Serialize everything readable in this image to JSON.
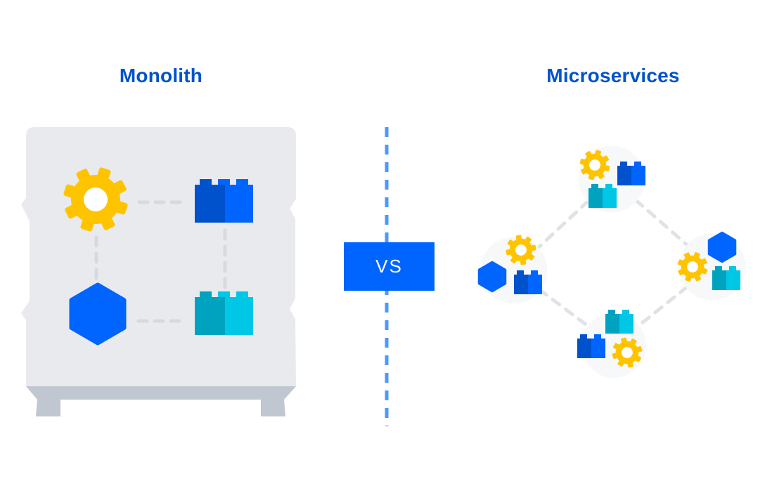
{
  "left_panel": {
    "title": "Monolith",
    "components": [
      "gear",
      "blue-brick",
      "hexagon",
      "cyan-brick"
    ]
  },
  "divider": {
    "badge": "VS"
  },
  "right_panel": {
    "title": "Microservices",
    "services": [
      {
        "position": "top",
        "components": [
          "gear",
          "blue-brick",
          "cyan-brick"
        ]
      },
      {
        "position": "right",
        "components": [
          "hexagon",
          "gear",
          "cyan-brick"
        ]
      },
      {
        "position": "bottom",
        "components": [
          "cyan-brick",
          "blue-brick",
          "gear"
        ]
      },
      {
        "position": "left",
        "components": [
          "gear",
          "hexagon",
          "blue-brick"
        ]
      }
    ]
  },
  "colors": {
    "canvas-bg": "#FFFFFF",
    "title-blue": "#0052CC",
    "badge-blue": "#0065FF",
    "divider-blue": "#4C9AFF",
    "monolith-body": "#E9EAEE",
    "monolith-base": "#C1C7D0",
    "inner-dash": "#D6D9DE",
    "outer-dash": "#DFE2E6",
    "service-circle": "#F7F8F9",
    "gear-yellow": "#FFC400",
    "gear-hole": "#FFFFFF",
    "brick-blue-dark": "#0052CC",
    "brick-blue-light": "#0065FF",
    "brick-cyan-dark": "#00A3BF",
    "brick-cyan-light": "#00C7E6",
    "hexagon-blue": "#0065FF"
  }
}
